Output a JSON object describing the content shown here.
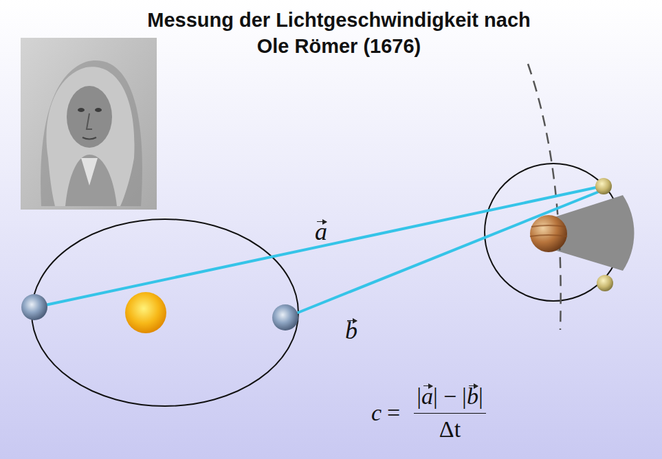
{
  "diagram": {
    "title": "Messung der Lichtgeschwindigkeit nach Ole Römer (1676)",
    "labels": [
      "a",
      "b",
      "c",
      "=",
      "|",
      "a",
      "|",
      "−",
      "|",
      "b",
      "|",
      "Δt"
    ]
  }
}
